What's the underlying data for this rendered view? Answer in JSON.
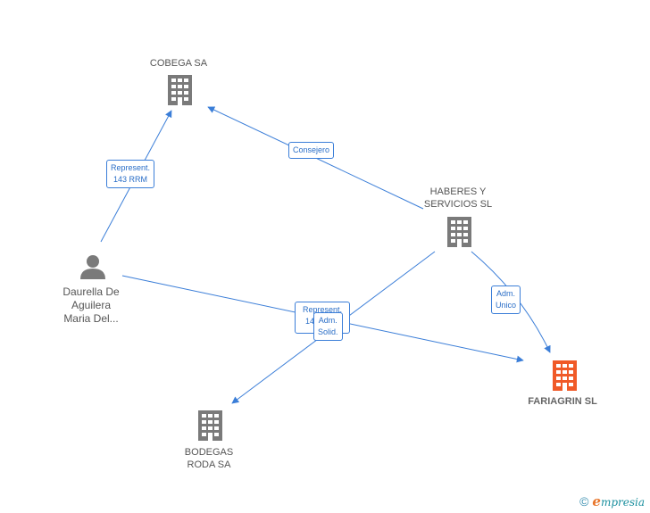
{
  "nodes": {
    "cobega": {
      "name": "COBEGA SA"
    },
    "haberes": {
      "line1": "HABERES Y",
      "line2": "SERVICIOS SL"
    },
    "daurella": {
      "line1": "Daurella De",
      "line2": "Aguilera",
      "line3": "Maria Del..."
    },
    "bodegas": {
      "line1": "BODEGAS",
      "line2": "RODA SA"
    },
    "fariagrin": {
      "name": "FARIAGRIN SL"
    }
  },
  "edges": {
    "represent_143": {
      "line1": "Represent.",
      "line2": "143 RRM"
    },
    "consejero": {
      "line1": "Consejero"
    },
    "represent_overlap": {
      "line1": "Represent.",
      "line2": "143 RRM"
    },
    "adm_solid": {
      "line1": "Adm.",
      "line2": "Solid."
    },
    "adm_unico": {
      "line1": "Adm.",
      "line2": "Unico"
    }
  },
  "colors": {
    "edge": "#3b7ed8",
    "building": "#7a7a7a",
    "building_highlight": "#f05a28",
    "person": "#7a7a7a"
  },
  "icons": {
    "company": "building-icon",
    "person": "person-icon",
    "copyright": "copyright-icon"
  },
  "footer": {
    "copyright_symbol": "©",
    "brand_initial": "e",
    "brand_rest": "mpresia"
  }
}
